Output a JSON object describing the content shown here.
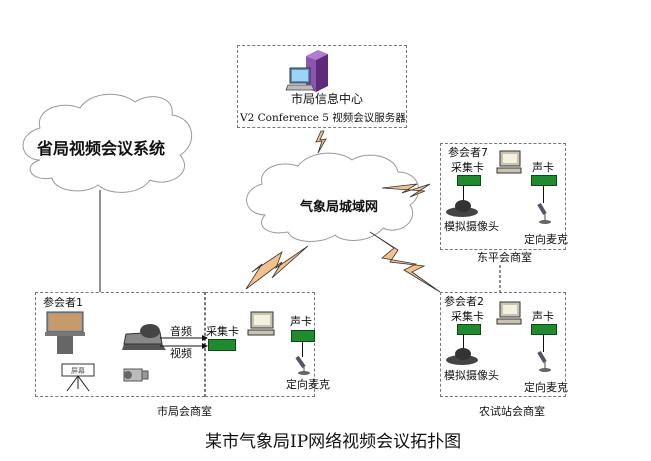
{
  "diagram": {
    "title": "某市气象局IP网络视频会议拓扑图",
    "server": {
      "name": "市局信息中心",
      "subtitle": "V2 Conference 5 视频会议服务器",
      "icon": "server-computer-icon"
    },
    "clouds": {
      "provincial": "省局视频会议系统",
      "wan": "气象局城域网"
    },
    "rooms": [
      {
        "id": "city",
        "caption": "市局会商室",
        "participant": "参会者1",
        "audio_label": "音频",
        "video_label": "视频",
        "screen_label": "屏幕",
        "capture_card": "采集卡",
        "sound_card": "声卡",
        "mic": "定向麦克"
      },
      {
        "id": "dongping",
        "caption": "东平会商室",
        "participant": "参会者7",
        "capture_card": "采集卡",
        "sound_card": "声卡",
        "camera": "模拟摄像头",
        "mic": "定向麦克"
      },
      {
        "id": "nongshi",
        "caption": "农试站会商室",
        "participant": "参会者2",
        "capture_card": "采集卡",
        "sound_card": "声卡",
        "camera": "模拟摄像头",
        "mic": "定向麦克"
      }
    ],
    "colors": {
      "bolt_fill": "#f5c08a",
      "card_green": "#1f8a2e",
      "server_purple": "#7a3f9a",
      "frame_border": "#777777"
    }
  }
}
